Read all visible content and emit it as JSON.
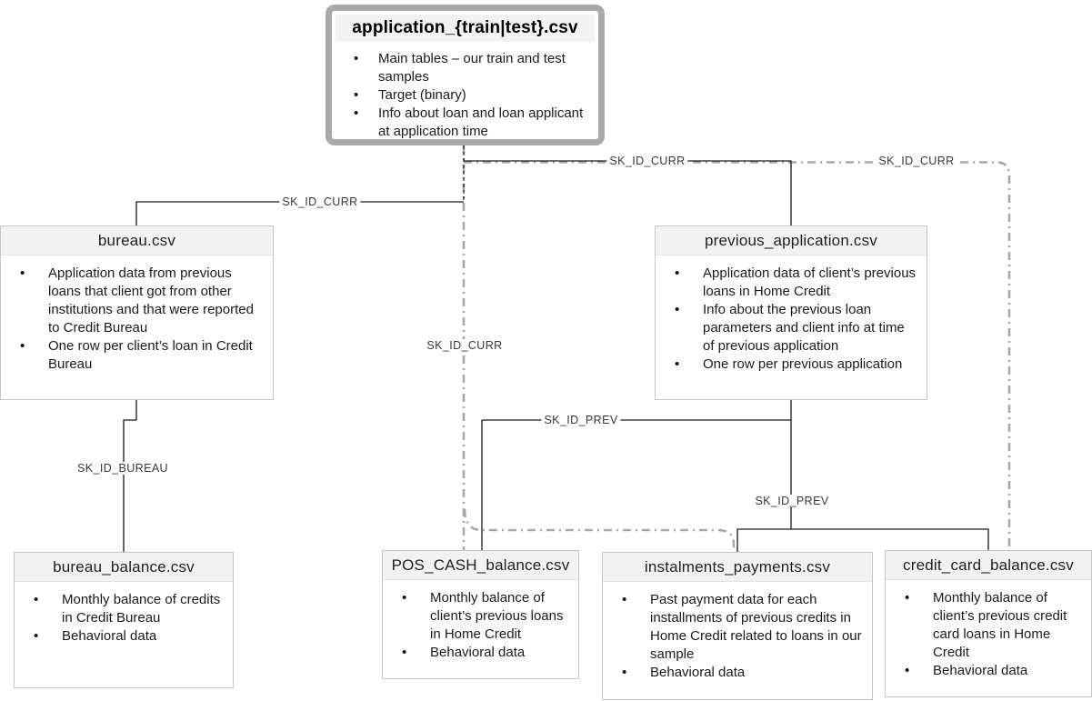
{
  "diagram": {
    "colors": {
      "main_box_border": "#a9a9a9",
      "box_border": "#c6c6c6",
      "header_bg": "#f2f2f2",
      "connector_black": "#1a1a1a",
      "connector_gray": "#a8a8a8"
    },
    "tables": {
      "application": {
        "title": "application_{train|test}.csv",
        "bullets": [
          "Main tables – our train and test samples",
          "Target (binary)",
          "Info about loan and loan applicant at application time"
        ]
      },
      "bureau": {
        "title": "bureau.csv",
        "bullets": [
          "Application data from previous loans that client got from other institutions and that were reported to Credit Bureau",
          "One row per client’s loan in Credit Bureau"
        ]
      },
      "previous_application": {
        "title": "previous_application.csv",
        "bullets": [
          "Application data of client’s previous loans in Home Credit",
          "Info about the previous loan parameters and client info at time of previous application",
          "One row per previous application"
        ]
      },
      "bureau_balance": {
        "title": "bureau_balance.csv",
        "bullets": [
          "Monthly balance of credits in Credit Bureau",
          "Behavioral data"
        ]
      },
      "pos_cash_balance": {
        "title": "POS_CASH_balance.csv",
        "bullets": [
          "Monthly balance of client’s previous loans in Home Credit",
          "Behavioral data"
        ]
      },
      "instalments_payments": {
        "title": "instalments_payments.csv",
        "bullets": [
          "Past payment data for each installments of previous credits in Home Credit related to loans in our sample",
          "Behavioral data"
        ]
      },
      "credit_card_balance": {
        "title": "credit_card_balance.csv",
        "bullets": [
          "Monthly balance of client’s previous credit card loans in Home Credit",
          "Behavioral data"
        ]
      }
    },
    "connector_labels": {
      "sk_id_curr_bureau": "SK_ID_CURR",
      "sk_id_curr_prev": "SK_ID_CURR",
      "sk_id_curr_credit_card": "SK_ID_CURR",
      "sk_id_curr_pos_cash": "SK_ID_CURR",
      "sk_id_bureau": "SK_ID_BUREAU",
      "sk_id_prev_pos_cash": "SK_ID_PREV",
      "sk_id_prev_bracket": "SK_ID_PREV"
    }
  }
}
